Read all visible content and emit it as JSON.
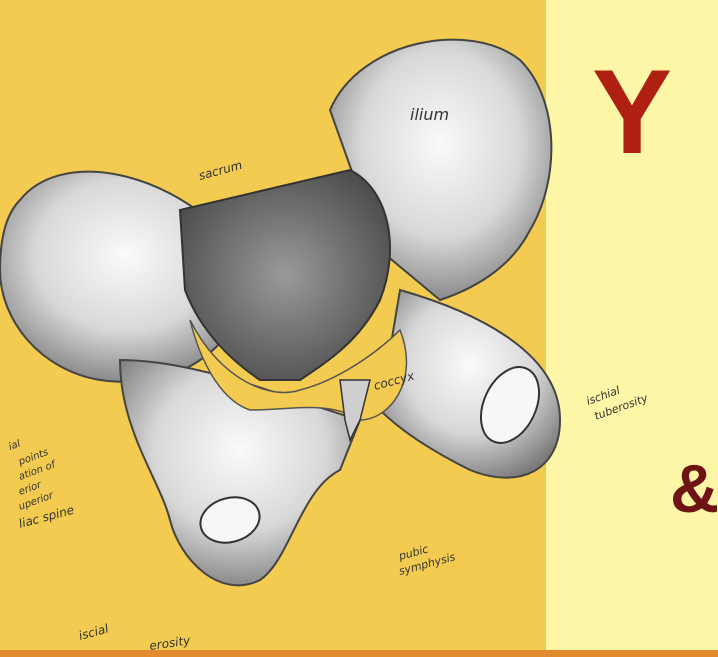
{
  "headline_letter": "Y",
  "ampersand": "&",
  "labels": {
    "ilium": "ilium",
    "sacrum": "sacrum",
    "coccyx": "coccyx",
    "ischial_tuberosity_right_1": "ischial",
    "ischial_tuberosity_right_2": "tuberosity",
    "pubic_1": "pubic",
    "pubic_2": "symphysis",
    "left_1": "ial",
    "left_2": "points",
    "left_3": "ation of",
    "left_4": "erior",
    "left_5": "uperior",
    "left_6": "liac spine",
    "bottom_1": "iscial",
    "bottom_2": "erosity"
  },
  "colors": {
    "left_bg": "#f3cb50",
    "right_bg": "#fdf6a6",
    "accent_red": "#b02011",
    "accent_dark": "#6f1414",
    "bottom_bar": "#e28a2f"
  }
}
